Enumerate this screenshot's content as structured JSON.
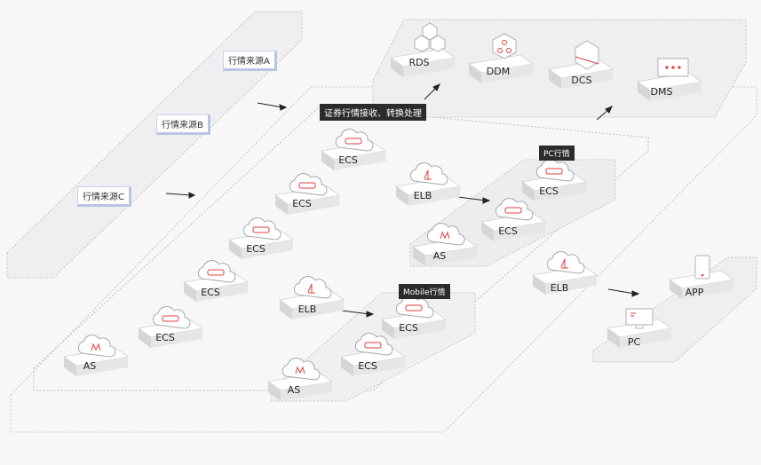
{
  "sources": {
    "a": "行情来源A",
    "b": "行情来源B",
    "c": "行情来源C"
  },
  "groups": {
    "main": "证券行情接收、转换处理",
    "pc": "PC行情",
    "mobile": "Mobile行情"
  },
  "top_services": {
    "rds": "RDS",
    "ddm": "DDM",
    "dcs": "DCS",
    "dms": "DMS"
  },
  "nodes": {
    "ecs": "ECS",
    "as": "AS",
    "elb": "ELB",
    "app": "APP",
    "pc": "PC"
  },
  "colors": {
    "accent": "#e03c3c",
    "platform_top": "#ffffff",
    "platform_side": "#d9d9dc",
    "dashed": "#b5b5b8"
  }
}
